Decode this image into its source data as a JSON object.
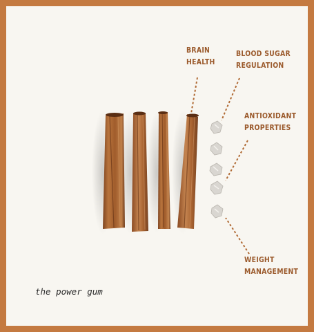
{
  "annotations": {
    "brain_health": [
      "BRAIN",
      "HEALTH"
    ],
    "blood_sugar": [
      "BLOOD SUGAR",
      "REGULATION"
    ],
    "antioxidant": [
      "ANTIOXIDANT",
      "PROPERTIES"
    ],
    "weight": [
      "WEIGHT",
      "MANAGEMENT"
    ]
  },
  "caption": "the power gum",
  "colors": {
    "frame": "#c47a41",
    "background": "#f8f6f1",
    "label_text": "#9b5a2c",
    "cinnamon_stick": "#a4622f",
    "leader_line": "#b06a34"
  },
  "objects": {
    "cinnamon_sticks": 4,
    "gum_pieces": 5
  }
}
